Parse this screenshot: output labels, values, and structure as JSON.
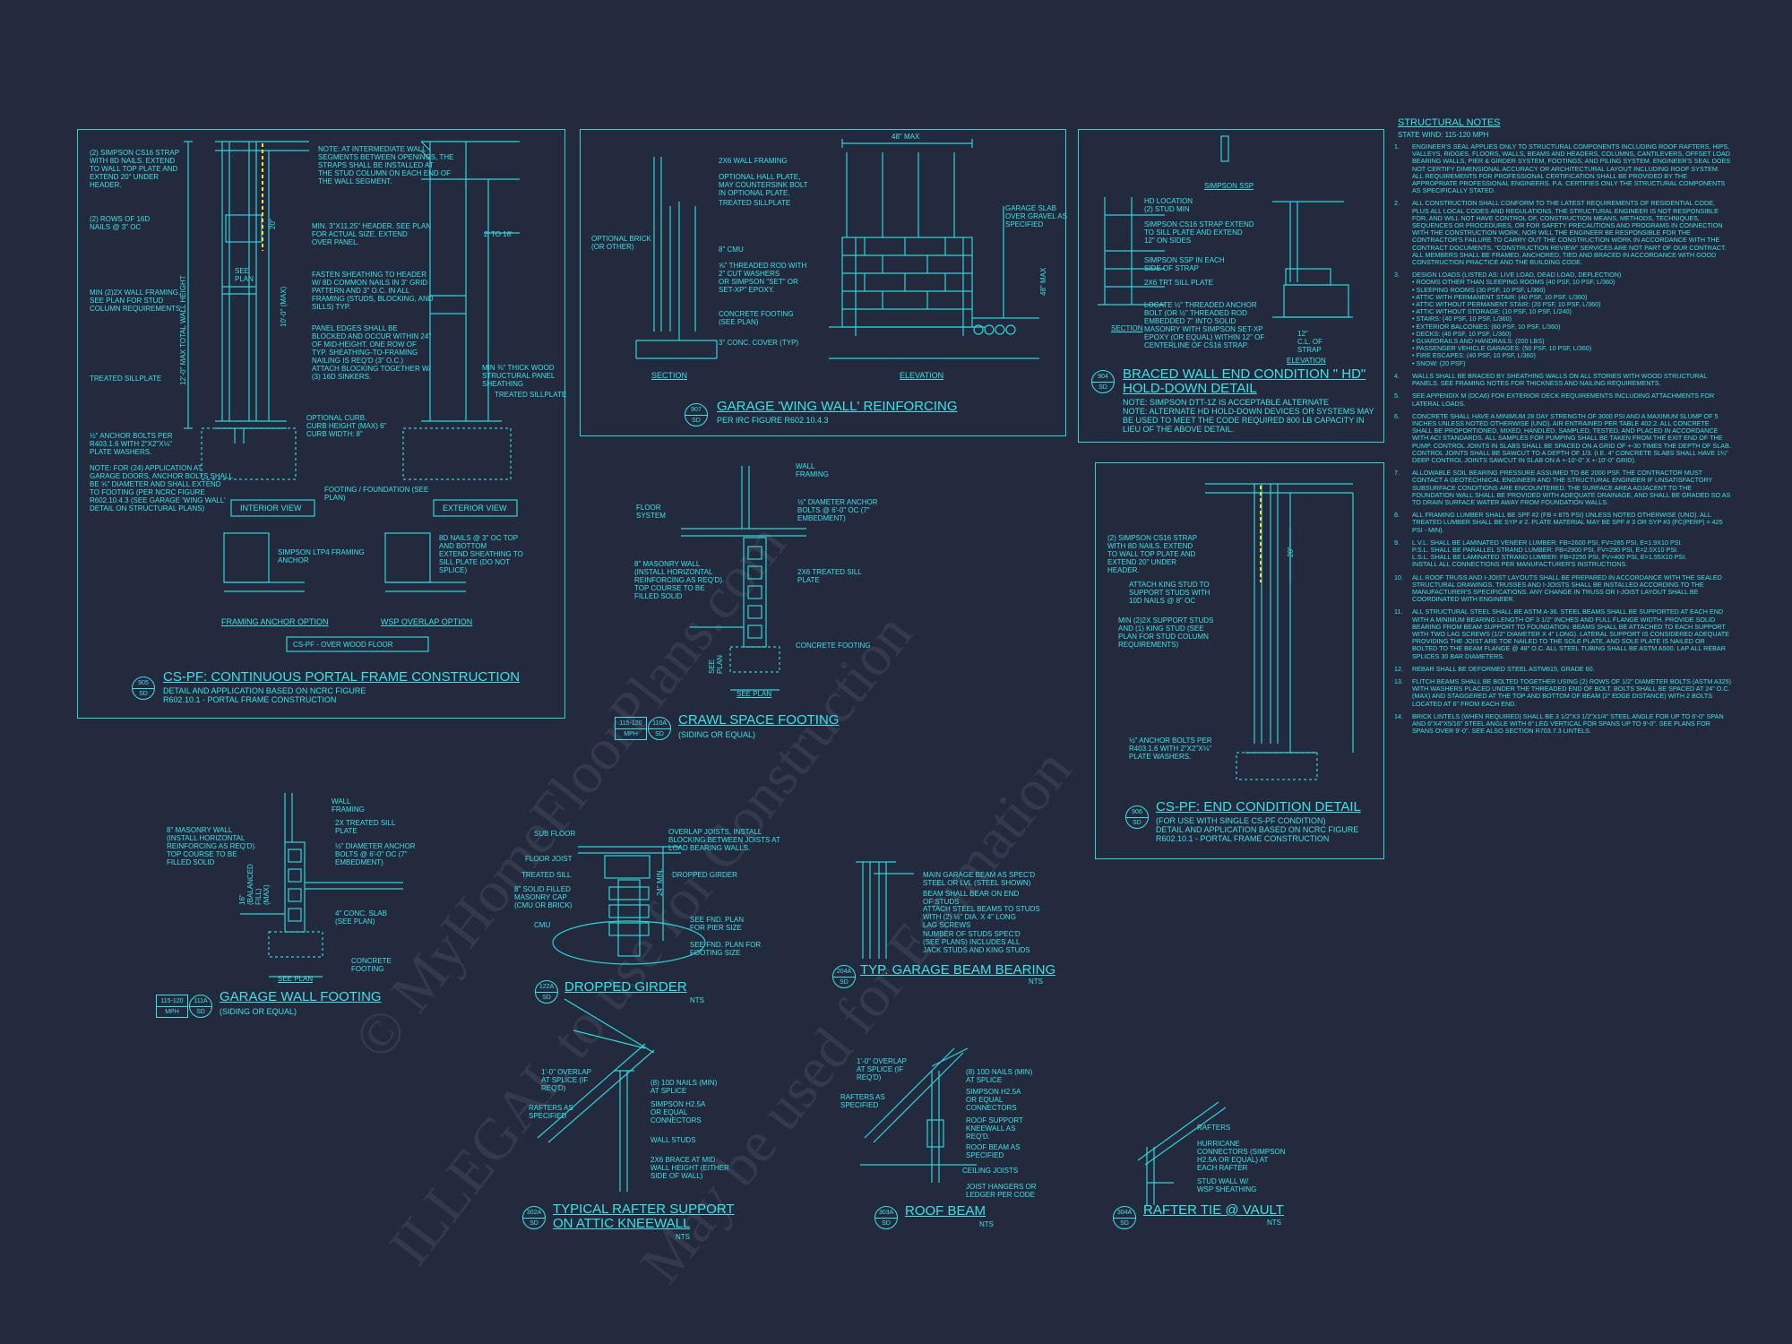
{
  "colors": {
    "background": "#232a3d",
    "line": "#2fd3d8",
    "text": "#3fe0e6",
    "highlight": "#f0e23a"
  },
  "watermark": {
    "line1": "© MyHomeFloorPlans.com",
    "line2": "ILLEGAL to use for Construction",
    "line3": "May be used for Estimation"
  },
  "details": {
    "d905": {
      "ref_top": "905",
      "ref_bottom": "SD",
      "title": "CS-PF: CONTINUOUS PORTAL FRAME CONSTRUCTION",
      "sub": "DETAIL AND APPLICATION BASED ON NCRC FIGURE\nR602.10.1 - PORTAL FRAME CONSTRUCTION",
      "labels": {
        "strap": "(2) SIMPSON CS16 STRAP\nWITH 8d NAILS. EXTEND\nTO WALL TOP PLATE AND\nEXTEND 20\" UNDER\nHEADER.",
        "rows": "(2) ROWS OF 16d\nNAILS @ 3\" OC",
        "min2x": "MIN (2)2X WALL FRAMING.\nSEE PLAN FOR STUD\nCOLUMN REQUIREMENTS.",
        "sill": "TREATED SILLPLATE",
        "anchor": "½\" ANCHOR BOLTS PER\nR403.1.6 WITH 2\"x2\"x⅛\"\nPLATE WASHERS.",
        "note": "NOTE: FOR (24) APPLICATION AT\nGARAGE DOORS, ANCHOR BOLTS SHALL\nBE ⅝\" DIAMETER AND SHALL EXTEND\nTO FOOTING (PER NCRC FIGURE\nR602.10.4.3 (SEE GARAGE 'WING WALL'\nDETAIL ON STRUCTURAL PLANS)",
        "intermediate": "NOTE: AT INTERMEDIATE WALL\nSEGMENTS BETWEEN OPENINGS, THE\nSTRAPS SHALL BE INSTALLED AT\nTHE STUD COLUMN ON EACH END OF\nTHE WALL SEGMENT.",
        "header": "MIN. 3\"x11.25\" HEADER. SEE PLAN\nFOR ACTUAL SIZE. EXTEND\nOVER PANEL.",
        "fasten": "FASTEN SHEATHING TO HEADER\nW/ 8d COMMON NAILS IN 3\" GRID\nPATTERN AND 3\" O.C. IN ALL\nFRAMING (STUDS, BLOCKING, AND\nSILLS) TYP.",
        "panel": "PANEL EDGES SHALL BE\nBLOCKED AND OCCUR WITHIN 24\"\nOF MID-HEIGHT. ONE ROW OF\nTYP. SHEATHING-TO-FRAMING\nNAILING IS REQ'D (3\" O.C.)\nATTACH BLOCKING TOGETHER W/\n(3) 16d SINKERS.",
        "curb": "OPTIONAL CURB.\nCURB HEIGHT (MAX) 6\"\nCURB WIDTH: 8\"",
        "footing": "FOOTING / FOUNDATION (SEE\nPLAN)",
        "sheath": "MIN ⅜\" THICK WOOD\nSTRUCTURAL PANEL\nSHEATHING",
        "sill2": "TREATED SILLPLATE",
        "interior": "INTERIOR VIEW",
        "exterior": "EXTERIOR VIEW",
        "simpson_ltp": "SIMPSON LTP4 FRAMING\nANCHOR",
        "nails8d": "8d NAILS @ 3\" OC TOP\nAND BOTTOM\nEXTEND SHEATHING TO\nSILL PLATE (DO NOT\nSPLICE)",
        "framing_anchor": "FRAMING ANCHOR OPTION",
        "wsp_overlap": "WSP OVERLAP OPTION",
        "over_wood": "CS-PF - OVER WOOD FLOOR",
        "see_plan": "SEE\nPLAN",
        "height": "12'-0\" MAX TOTAL WALL HEIGHT",
        "h10": "10'-0\" (MAX)",
        "d20": "20\"",
        "d2to18": "2' TO 18'"
      }
    },
    "d907": {
      "ref_top": "907",
      "ref_bottom": "SD",
      "title": "GARAGE 'WING WALL' REINFORCING",
      "sub": "PER IRC FIGURE R602.10.4.3",
      "labels": {
        "wall": "2x6 WALL FRAMING",
        "plate": "OPTIONAL HALL PLATE,\nMAY COUNTERSINK BOLT\nIN OPTIONAL PLATE.",
        "sill": "TREATED SILLPLATE",
        "brick": "OPTIONAL BRICK\n(OR OTHER)",
        "cmu": "8\" CMU",
        "rod": "⅝\" THREADED ROD WITH\n2\" CUT WASHERS\nOR SIMPSON \"SET\" OR\nSET-XP\" EPOXY.",
        "concrete": "CONCRETE FOOTING\n(SEE PLAN)",
        "cover": "3\" CONC. COVER (TYP)",
        "section": "SECTION",
        "elevation": "ELEVATION",
        "max48": "48\" MAX",
        "slab": "GARAGE SLAB\nOVER GRAVEL AS\nSPECIFIED",
        "h48": "48\" MAX"
      }
    },
    "d904": {
      "ref_top": "904",
      "ref_bottom": "SD",
      "title": "BRACED WALL END CONDITION \" HD\"\nHOLD-DOWN DETAIL",
      "sub": "NOTE: SIMPSON DTT-1Z IS ACCEPTABLE ALTERNATE\nNOTE: ALTERNATE HD HOLD-DOWN DEVICES OR SYSTEMS MAY\nBE USED TO MEET THE CODE REQUIRED 800 LB CAPACITY IN\nLIEU OF THE ABOVE DETAIL.",
      "labels": {
        "ssp": "SIMPSON SSP",
        "hd": "HD LOCATION\n(2) STUD MIN",
        "strap": "SIMPSON CS16 STRAP EXTEND\nTO SILL PLATE AND EXTEND\n12\" ON SIDES",
        "ssp_each": "SIMPSON SSP IN EACH\nSIDE OF STRAP",
        "sill": "2x6 TRT SILL PLATE",
        "locate": "LOCATE ½\" THREADED ANCHOR\nBOLT (OR ½\" THREADED ROD\nEMBEDDED 7\" INTO SOLID\nMASONRY WITH SIMPSON SET-XP\nEPOXY (OR EQUAL) WITHIN 12\" OF\nCENTERLINE OF CS16 STRAP.",
        "section": "SECTION",
        "elevation": "ELEVATION",
        "strap12": "12\"\nC.L. OF\nSTRAP"
      }
    },
    "d906": {
      "ref_top": "906",
      "ref_bottom": "SD",
      "title": "CS-PF: END CONDITION DETAIL",
      "sub": "(FOR USE WITH SINGLE CS-PF CONDITION)\nDETAIL AND APPLICATION BASED ON NCRC FIGURE\nR602.10.1 - PORTAL FRAME CONSTRUCTION",
      "labels": {
        "strap": "(2) SIMPSON CS16 STRAP\nWITH 8d NAILS. EXTEND\nTO WALL TOP PLATE AND\nEXTEND 20\" UNDER\nHEADER.",
        "king": "ATTACH KING STUD TO\nSUPPORT STUDS WITH\n10d NAILS @ 8\" OC",
        "min2x": "MIN (2)2X SUPPORT STUDS\nAND (1) KING STUD (SEE\nPLAN FOR STUD COLUMN\nREQUIREMENTS)",
        "anchor": "½\" ANCHOR BOLTS PER\nR403.1.6 WITH 2\"x2\"x⅛\"\nPLATE WASHERS.",
        "d20": "20\""
      }
    },
    "d110A": {
      "ref_top": "110A",
      "ref_bottom": "SD",
      "mph_top": "115-120",
      "mph_bottom": "MPH",
      "title": "CRAWL SPACE FOOTING",
      "sub": "(SIDING OR EQUAL)",
      "labels": {
        "wall": "WALL\nFRAMING",
        "floor": "FLOOR\nSYSTEM",
        "anchor": "½\" DIAMETER ANCHOR\nBOLTS @ 6'-0\" OC (7\"\nEMBEDMENT)",
        "masonry": "8\" MASONRY WALL\n(INSTALL HORIZONTAL\nREINFORCING AS REQ'D).\nTOP COURSE TO BE\nFILLED SOLID",
        "sill": "2x6 TREATED SILL\nPLATE",
        "footing": "CONCRETE FOOTING",
        "see_plan": "SEE PLAN",
        "see_plan_v": "SEE\nPLAN"
      }
    },
    "d111A": {
      "ref_top": "111A",
      "ref_bottom": "SD",
      "mph_top": "115-120",
      "mph_bottom": "MPH",
      "title": "GARAGE WALL FOOTING",
      "sub": "(SIDING OR EQUAL)",
      "labels": {
        "wall": "WALL\nFRAMING",
        "masonry": "8\" MASONRY WALL\n(INSTALL HORIZONTAL\nREINFORCING AS REQ'D).\nTOP COURSE TO BE\nFILLED SOLID",
        "sill": "2x TREATED SILL\nPLATE",
        "anchor": "½\" DIAMETER ANCHOR\nBOLTS @ 6'-0\" OC (7\"\nEMBEDMENT)",
        "slab": "4\" CONC. SLAB\n(SEE PLAN)",
        "footing": "CONCRETE\nFOOTING",
        "see_plan": "SEE PLAN",
        "bal": "16\"\n(BALANCED\nFILL)\n(MAX)"
      }
    },
    "d122A": {
      "ref_top": "122A",
      "ref_bottom": "SD",
      "title": "DROPPED GIRDER",
      "sub": "NTS",
      "labels": {
        "subfloor": "SUB FLOOR",
        "overlap": "OVERLAP JOISTS, INSTALL\nBLOCKING BETWEEN JOISTS AT\nLOAD BEARING WALLS.",
        "joist": "FLOOR JOIST",
        "sill": "TREATED SILL",
        "solid": "8\" SOLID FILLED\nMASONRY CAP\n(CMU OR BRICK)",
        "cmu": "CMU",
        "dropped": "DROPPED GIRDER",
        "pier": "SEE FND. PLAN\nFOR PIER SIZE",
        "footing": "SEE FND. PLAN FOR\nFOOTING SIZE",
        "h24": "24\" MIN."
      }
    },
    "d204A": {
      "ref_top": "204A",
      "ref_bottom": "SD",
      "title": "TYP. GARAGE BEAM BEARING",
      "sub": "NTS",
      "labels": {
        "main": "MAIN GARAGE BEAM AS SPEC'D\nSTEEL OR LVL (STEEL SHOWN)",
        "bear": "BEAM SHALL BEAR ON END\nOF STUDS",
        "attach": "ATTACH STEEL BEAMS TO STUDS\nWITH (2) ½\" DIA. x 4\" LONG\nLAG SCREWS",
        "number": "NUMBER OF STUDS SPEC'D\n(SEE PLANS) INCLUDES ALL\nJACK STUDS AND KING STUDS"
      }
    },
    "d302A": {
      "ref_top": "302A",
      "ref_bottom": "SD",
      "title": "TYPICAL RAFTER SUPPORT\nON ATTIC KNEEWALL",
      "sub": "NTS",
      "labels": {
        "overlap": "1'-0\" OVERLAP\nAT SPLICE (IF\nREQ'D)",
        "nails": "(8) 10d NAILS (MIN)\nAT SPLICE",
        "rafters": "RAFTERS AS\nSPECIFIED",
        "simpson": "SIMPSON H2.5A\nOR EQUAL\nCONNECTORS",
        "studs": "WALL STUDS",
        "brace": "2X6 BRACE AT MID\nWALL HEIGHT (EITHER\nSIDE OF WALL)"
      }
    },
    "d303A": {
      "ref_top": "303A",
      "ref_bottom": "SD",
      "title": "ROOF BEAM",
      "sub": "NTS",
      "labels": {
        "overlap": "1'-0\" OVERLAP\nAT SPLICE (IF\nREQ'D)",
        "nails": "(8) 10d NAILS (MIN)\nAT SPLICE",
        "rafters": "RAFTERS AS\nSPECIFIED",
        "simpson": "SIMPSON H2.5A\nOR EQUAL\nCONNECTORS",
        "support": "ROOF SUPPORT\nKNEEWALL AS\nREQ'D.",
        "beam": "ROOF BEAM AS\nSPECIFIED",
        "ceiling": "CEILING JOISTS",
        "hangers": "JOIST HANGERS OR\nLEDGER PER CODE"
      }
    },
    "d304A": {
      "ref_top": "304A",
      "ref_bottom": "SD",
      "title": "RAFTER TIE @ VAULT",
      "sub": "NTS",
      "labels": {
        "rafters": "RAFTERS",
        "hurricane": "HURRICANE\nCONNECTORS (SIMPSON\nH2.5A OR EQUAL) AT\nEACH RAFTER",
        "stud": "STUD WALL W/\nWSP SHEATHING"
      }
    }
  },
  "structural_notes": {
    "heading": "STRUCTURAL NOTES",
    "wind": "STATE Wind: 115-120 mph",
    "items": [
      {
        "n": "1.",
        "text": "ENGINEER'S SEAL APPLIES ONLY TO STRUCTURAL COMPONENTS INCLUDING ROOF RAFTERS, HIPS, VALLEYS, RIDGES, FLOORS, WALLS, BEAMS AND HEADERS, COLUMNS, CANTILEVERS, OFFSET LOAD BEARING WALLS, PIER & GIRDER SYSTEM, FOOTINGS, AND PILING SYSTEM. ENGINEER'S SEAL DOES NOT CERTIFY DIMENSIONAL ACCURACY OR ARCHITECTURAL LAYOUT INCLUDING ROOF SYSTEM. ALL REQUIREMENTS FOR PROFESSIONAL CERTIFICATION SHALL BE PROVIDED BY THE APPROPRIATE PROFESSIONAL ENGINEERS. P.A. CERTIFIES ONLY THE STRUCTURAL COMPONENTS AS SPECIFICALLY STATED."
      },
      {
        "n": "2.",
        "text": "ALL CONSTRUCTION SHALL CONFORM TO THE LATEST REQUIREMENTS OF RESIDENTIAL CODE, PLUS ALL LOCAL CODES AND REGULATIONS. THE STRUCTURAL ENGINEER IS NOT RESPONSIBLE FOR, AND WILL NOT HAVE CONTROL OF, CONSTRUCTION MEANS, METHODS, TECHNIQUES, SEQUENCES OR PROCEDURES, OR FOR SAFETY PRECAUTIONS AND PROGRAMS IN CONNECTION WITH THE CONSTRUCTION WORK, NOR WILL THE ENGINEER BE RESPONSIBLE FOR THE CONTRACTOR'S FAILURE TO CARRY OUT THE CONSTRUCTION WORK IN ACCORDANCE WITH THE CONTRACT DOCUMENTS. \"CONSTRUCTION REVIEW\" SERVICES ARE NOT PART OF OUR CONTRACT. ALL MEMBERS SHALL BE FRAMED, ANCHORED, TIED AND BRACED IN ACCORDANCE WITH GOOD CONSTRUCTION PRACTICE AND THE BUILDING CODE."
      },
      {
        "n": "3.",
        "text": "DESIGN LOADS (LISTED AS: LIVE LOAD, DEAD LOAD, DEFLECTION)\n• ROOMS OTHER THAN SLEEPING ROOMS (40 PSF, 10 PSF, L/360)\n• SLEEPING ROOMS (30 PSF, 10 PSF, L/360)\n• ATTIC WITH PERMANENT STAIR: (40 PSF, 10 PSF, L/360)\n• ATTIC WITHOUT PERMANENT STAIR: (20 PSF, 10 PSF, L/360)\n• ATTIC WITHOUT STORAGE: (10 PSF, 10 PSF, L/240)\n• STAIRS: (40 PSF, 10 PSF, L/360)\n• EXTERIOR BALCONIES: (60 PSF, 10 PSF, L/360)\n• DECKS: (40 PSF, 10 PSF, L/360)\n• GUARDRAILS AND HANDRAILS: (200 LBS)\n• PASSENGER VEHICLE GARAGES: (50 PSF, 10 PSF, L/360)\n• FIRE ESCAPES: (40 PSF, 10 PSF, L/360)\n• SNOW: (20 PSF)"
      },
      {
        "n": "4.",
        "text": "WALLS SHALL BE BRACED BY SHEATHING WALLS ON ALL STORIES WITH WOOD STRUCTURAL PANELS. SEE FRAMING NOTES FOR THICKNESS AND NAILING REQUIREMENTS."
      },
      {
        "n": "5.",
        "text": "SEE APPENDIX M (DCA6) FOR EXTERIOR DECK REQUIREMENTS INCLUDING ATTACHMENTS FOR LATERAL LOADS."
      },
      {
        "n": "6.",
        "text": "CONCRETE SHALL HAVE A MINIMUM 28 DAY STRENGTH OF 3000 PSI AND A MAXIMUM SLUMP OF 5 INCHES UNLESS NOTED OTHERWISE (UNO). AIR ENTRAINED PER TABLE 402.2. ALL CONCRETE SHALL BE PROPORTIONED, MIXED, HANDLED, SAMPLED, TESTED, AND PLACED IN ACCORDANCE WITH ACI STANDARDS. ALL SAMPLES FOR PUMPING SHALL BE TAKEN FROM THE EXIT END OF THE PUMP. CONTROL JOINTS IN SLABS SHALL BE SPACED ON A GRID OF +-30 TIMES THE DEPTH OF SLAB. CONTROL JOINTS SHALL BE SAWCUT TO A DEPTH OF 1/3. (I.E. 4\" CONCRETE SLABS SHALL HAVE 1¼\" DEEP CONTROL JOINTS SAWCUT IN SLAB ON A +-10'-0\" x +-10'-0\" GRID)."
      },
      {
        "n": "7.",
        "text": "ALLOWABLE SOIL BEARING PRESSURE ASSUMED TO BE 2000 PSF. THE CONTRACTOR MUST CONTACT A GEOTECHNICAL ENGINEER AND THE STRUCTURAL ENGINEER IF UNSATISFACTORY SUBSURFACE CONDITIONS ARE ENCOUNTERED. THE SURFACE AREA ADJACENT TO THE FOUNDATION WALL SHALL BE PROVIDED WITH ADEQUATE DRAINAGE, AND SHALL BE GRADED SO AS TO DRAIN SURFACE WATER AWAY FROM FOUNDATION WALLS."
      },
      {
        "n": "8.",
        "text": "ALL FRAMING LUMBER SHALL BE SPF #2 (Fb = 875 PSI) UNLESS NOTED OTHERWISE (UNO). ALL TREATED LUMBER SHALL BE SYP # 2. PLATE MATERIAL MAY BE SPF # 3 OR SYP #3 (Fc(perp) = 425 PSI - MIN)."
      },
      {
        "n": "9.",
        "text": "L.V.L. SHALL BE LAMINATED VENEER LUMBER: Fb=2600 PSI, Fv=285 PSI, E=1.9x10 PSI.\nP.S.L. SHALL BE PARALLEL STRAND LUMBER: Fb=2900 PSI, Fv=290 PSI, E=2.0x10 PSI.\nL.S.L. SHALL BE LAMINATED STRAND LUMBER: Fb=2250 PSI, Fv=400 PSI, E=1.55x10 PSI.\nINSTALL ALL CONNECTIONS PER MANUFACTURER'S INSTRUCTIONS."
      },
      {
        "n": "10.",
        "text": "ALL ROOF TRUSS AND I-JOIST LAYOUTS SHALL BE PREPARED IN ACCORDANCE WITH THE SEALED STRUCTURAL DRAWINGS. TRUSSES AND I-JOISTS SHALL BE INSTALLED ACCORDING TO THE MANUFACTURER'S SPECIFICATIONS. ANY CHANGE IN TRUSS OR I-JOIST LAYOUT SHALL BE COORDINATED WITH ENGINEER."
      },
      {
        "n": "11.",
        "text": "ALL STRUCTURAL STEEL SHALL BE ASTM A-36. STEEL BEAMS SHALL BE SUPPORTED AT EACH END WITH A MINIMUM BEARING LENGTH OF 3 1/2\" INCHES AND FULL FLANGE WIDTH. PROVIDE SOLID BEARING FROM BEAM SUPPORT TO FOUNDATION. BEAMS SHALL BE ATTACHED TO EACH SUPPORT WITH TWO LAG SCREWS (1/2\" DIAMETER x 4\" LONG). LATERAL SUPPORT IS CONSIDERED ADEQUATE PROVIDING THE JOIST ARE TOE NAILED TO THE SOLE PLATE, AND SOLE PLATE IS NAILED OR BOLTED TO THE BEAM FLANGE @ 48\" O.C. ALL STEEL TUBING SHALL BE ASTM A500. LAP ALL REBAR SPLICES 30 BAR DIAMETERS."
      },
      {
        "n": "12.",
        "text": "REBAR SHALL BE DEFORMED STEEL ASTM615, GRADE 60."
      },
      {
        "n": "13.",
        "text": "FLITCH BEAMS SHALL BE BOLTED TOGETHER USING (2) ROWS OF 1/2\" DIAMETER BOLTS (ASTM A325) WITH WASHERS PLACED UNDER THE THREADED END OF BOLT. BOLTS SHALL BE SPACED AT 24\" O.C. (MAX) AND STAGGERED AT THE TOP AND BOTTOM OF BEAM (2\" EDGE DISTANCE) WITH 2 BOLTS LOCATED AT 6\" FROM EACH END."
      },
      {
        "n": "14.",
        "text": "BRICK LINTELS (WHEN REQUIRED) SHALL BE 3 1/2\"x3 1/2\"x1/4\" STEEL ANGLE FOR UP TO 6'-0\" SPAN AND 6\"x4\"x5/16\" STEEL ANGLE WITH 6\" LEG VERTICAL FOR SPANS UP TO 9'-0\". SEE PLANS FOR SPANS OVER 9'-0\". SEE ALSO SECTION R703.7.3 LINTELS."
      }
    ]
  }
}
